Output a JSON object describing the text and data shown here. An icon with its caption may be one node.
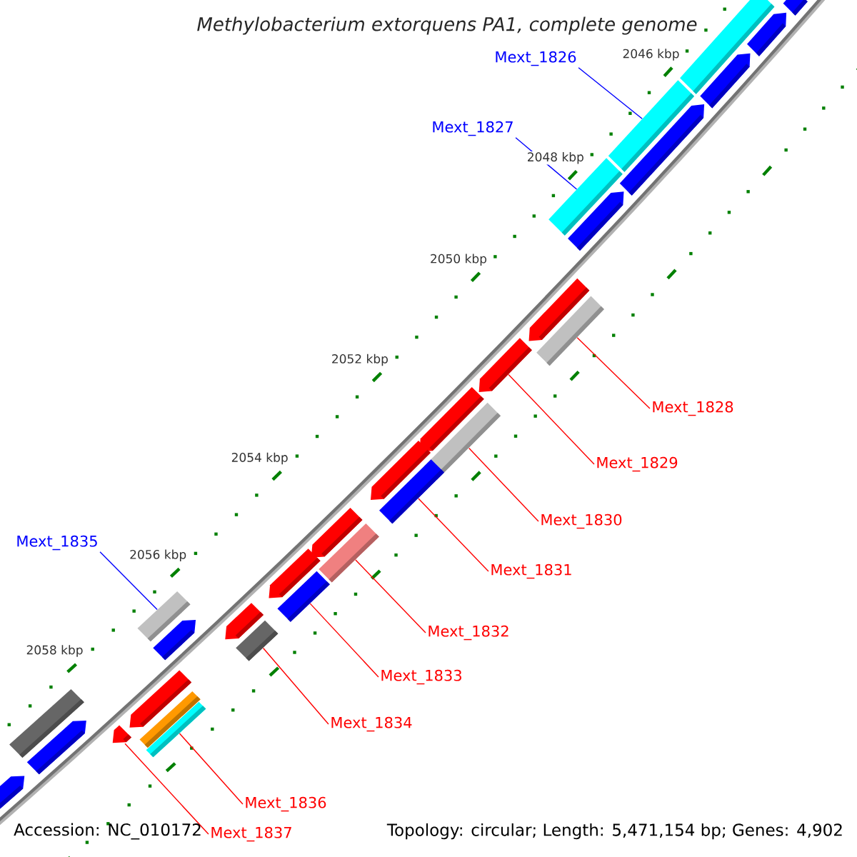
{
  "diagram": {
    "title": "Methylobacterium extorquens PA1, complete genome",
    "nodes": [
      {
        "text": [
          "Mext_1826"
        ]
      },
      {
        "text": [
          "Mext_1827"
        ]
      },
      {
        "text": [
          "Mext_1828"
        ]
      },
      {
        "text": [
          "Mext_1829"
        ]
      },
      {
        "text": [
          "Mext_1830"
        ]
      },
      {
        "text": [
          "Mext_1831"
        ]
      },
      {
        "text": [
          "Mext_1832"
        ]
      },
      {
        "text": [
          "Mext_1833"
        ]
      },
      {
        "text": [
          "Mext_1834"
        ]
      },
      {
        "text": [
          "Mext_1835"
        ]
      },
      {
        "text": [
          "Mext_1836"
        ]
      },
      {
        "text": [
          "Mext_1837"
        ]
      },
      {
        "text": [],
        "shape": "bar"
      },
      {
        "text": [],
        "shape": "bar"
      },
      {
        "text": [],
        "shape": "arrow"
      },
      {
        "text": [],
        "shape": "arrow"
      },
      {
        "text": [],
        "shape": "bar"
      },
      {
        "text": [],
        "shape": "arrow"
      },
      {
        "text": [],
        "shape": "bar"
      },
      {
        "text": [],
        "shape": "arrow"
      },
      {
        "text": [],
        "shape": "arrow"
      },
      {
        "text": [],
        "shape": "bar"
      },
      {
        "text": [],
        "shape": "arrow"
      },
      {
        "text": [],
        "shape": "arrow"
      },
      {
        "text": [],
        "shape": "bar"
      },
      {
        "text": [],
        "shape": "arrow"
      },
      {
        "text": [],
        "shape": "bar"
      },
      {
        "text": [],
        "shape": "arrow"
      },
      {
        "text": [],
        "shape": "bar"
      },
      {
        "text": [],
        "shape": "arrow"
      },
      {
        "text": [],
        "shape": "bar"
      },
      {
        "text": [],
        "shape": "bar"
      },
      {
        "text": [],
        "shape": "arrow"
      },
      {
        "text": [],
        "shape": "arrow"
      },
      {
        "text": [],
        "shape": "bar"
      },
      {
        "text": [],
        "shape": "arrow"
      },
      {
        "text": [],
        "shape": "bar"
      },
      {
        "text": [],
        "shape": "bar"
      },
      {
        "text": [],
        "shape": "bar"
      },
      {
        "text": [],
        "shape": "arrow"
      },
      {
        "text": [],
        "shape": "arrow"
      },
      {
        "text": [],
        "shape": "arrow"
      }
    ],
    "edges": [
      {
        "from": 0,
        "to": 16,
        "arrow": "none",
        "color": "#0000ff"
      },
      {
        "from": 1,
        "to": 18,
        "arrow": "none",
        "color": "#0000ff"
      },
      {
        "from": 2,
        "to": 21,
        "arrow": "none"
      },
      {
        "from": 3,
        "to": 22,
        "arrow": "none"
      },
      {
        "from": 4,
        "to": 24,
        "arrow": "none"
      },
      {
        "from": 5,
        "to": 26,
        "arrow": "none"
      },
      {
        "from": 6,
        "to": 28,
        "arrow": "none"
      },
      {
        "from": 7,
        "to": 30,
        "arrow": "none"
      },
      {
        "from": 8,
        "to": 34,
        "arrow": "none"
      },
      {
        "from": 9,
        "to": 31,
        "arrow": "none",
        "color": "#0000ff"
      },
      {
        "from": 10,
        "to": 38,
        "arrow": "none"
      },
      {
        "from": 11,
        "to": 39,
        "arrow": "none"
      }
    ],
    "labels": [
      "2046 kbp",
      "2048 kbp",
      "2050 kbp",
      "2052 kbp",
      "2054 kbp",
      "2056 kbp",
      "2058 kbp",
      "Accession: NC_010172",
      "Topology: circular; Length: 5,471,154 bp; Genes: 4,902"
    ]
  }
}
